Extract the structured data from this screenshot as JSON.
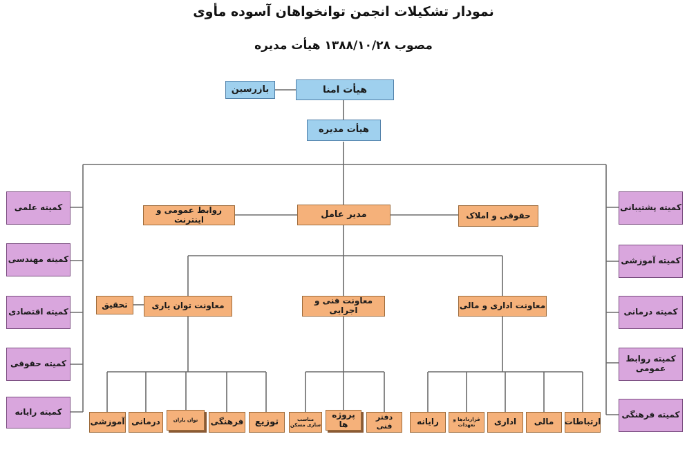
{
  "title": "نمودار تشکیلات انجمن توانخواهان آسوده مأوی",
  "subtitle": "مصوب ۱۳۸۸/۱۰/۲۸ هیأت مدیره",
  "nodes": {
    "trustees": "هیأت امنا",
    "inspector": "بازرسین",
    "board": "هیأت مدیره",
    "ceo": "مدیر عامل",
    "public_relations_internet": "روابط عمومی و اینترنت",
    "legal_property": "حقوقی و املاک",
    "deputy_rehab": "معاونت توان یاری",
    "research": "تحقیق",
    "deputy_technical": "معاونت فنی و اجرایی",
    "deputy_admin_finance": "معاونت اداری و مالی"
  },
  "left_committees": [
    "کمیته علمی",
    "کمیته مهندسی",
    "کمیته اقتصادی",
    "کمیته حقوقی",
    "کمیته رایانه"
  ],
  "right_committees": [
    "کمیته پشتیبانی",
    "کمیته آموزشی",
    "کمیته درمانی",
    "کمیته روابط عمومی",
    "کمیته فرهنگی"
  ],
  "rehab_units": [
    "آموزشی",
    "درمانی",
    "توان یاران",
    "فرهنگی",
    "توزیع"
  ],
  "technical_units": [
    "مناسب سازی مسکن",
    "پروژه ها",
    "دفتر فنی"
  ],
  "admin_units": [
    "رایانه",
    "قراردادها و تعهدات",
    "اداری",
    "مالی",
    "ارتباطات"
  ],
  "colors": {
    "top_boxes": "#9fd0ee",
    "org_boxes": "#f5b17a",
    "committee_boxes": "#d9a6dd",
    "lines": "#6b6b6b"
  }
}
